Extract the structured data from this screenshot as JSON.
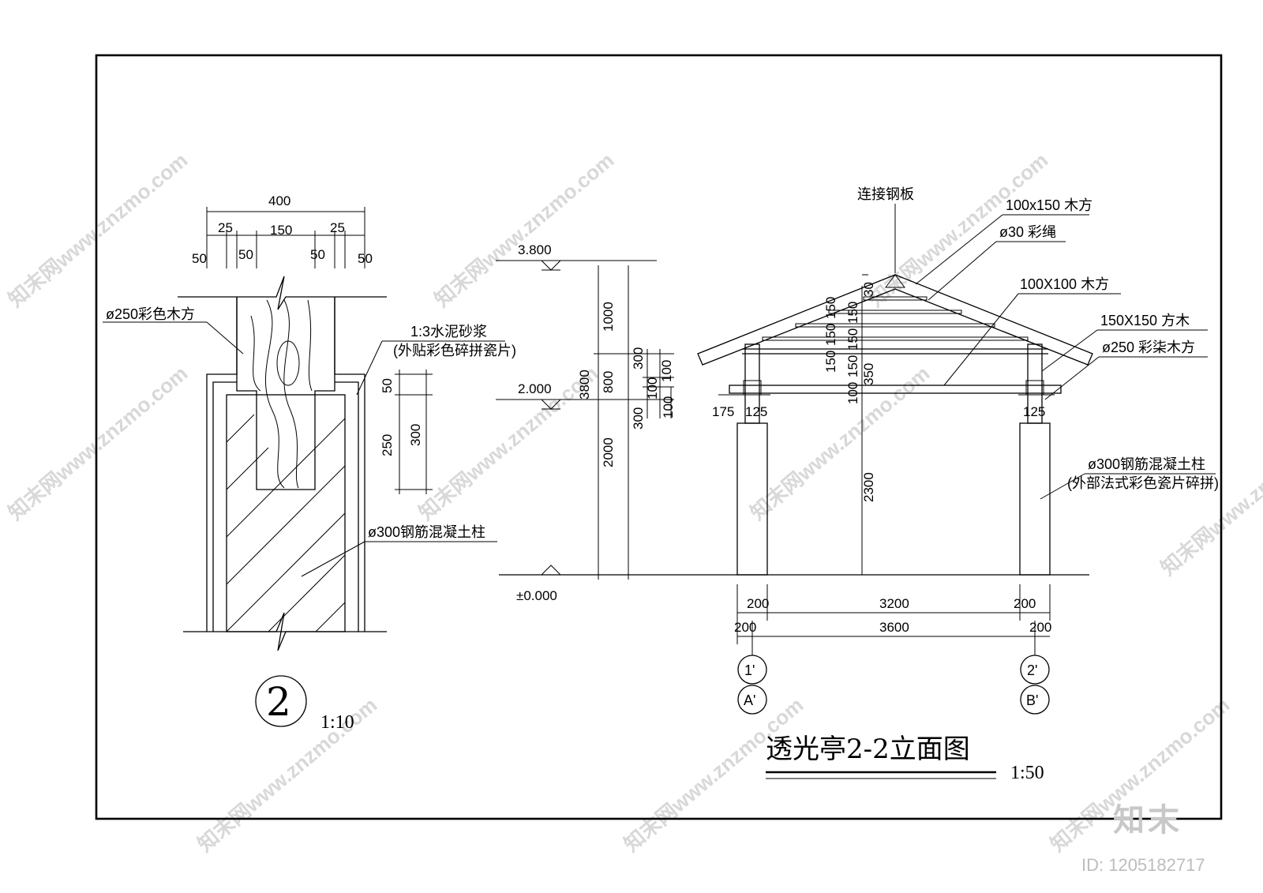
{
  "detail": {
    "dim_top": "400",
    "dim_25_left": "25",
    "dim_150": "150",
    "dim_25_right": "25",
    "dim_50_a": "50",
    "dim_50_b": "50",
    "dim_50_c": "50",
    "dim_50_d": "50",
    "label_wood": "ø250彩色木方",
    "label_mortar_1": "1:3水泥砂浆",
    "label_mortar_2": "(外贴彩色碎拼瓷片)",
    "dim_50_v": "50",
    "dim_250_v": "250",
    "dim_300_v": "300",
    "label_column": "ø300钢筋混凝土柱",
    "symbol": "2",
    "scale": "1:10"
  },
  "elevation": {
    "level_top": "3.800",
    "level_mid": "2.000",
    "level_ground": "±0.000",
    "dim_1000": "1000",
    "dim_800": "800",
    "dim_3800": "3800",
    "dim_2000": "2000",
    "dim_300_a": "300",
    "dim_100_a": "100",
    "dim_100_b": "100",
    "dim_300_b": "300",
    "label_plate": "连接钢板",
    "label_100x150": "100x150 木方",
    "label_rope": "ø30 彩绳",
    "label_100x100": "100X100 木方",
    "label_150x150": "150X150 方木",
    "label_250": "ø250 彩柒木方",
    "label_col1": "ø300钢筋混凝土柱",
    "label_col2": "(外部法式彩色瓷片碎拼)",
    "dim_30": "30",
    "dim_150_1": "150",
    "dim_150_2": "150",
    "dim_150_3": "150",
    "dim_150_4": "150",
    "dim_150_5": "150",
    "dim_150_6": "150",
    "dim_350": "350",
    "dim_100_c": "100",
    "dim_2300": "2300",
    "dim_175": "175",
    "dim_125_l": "125",
    "dim_125_r": "125",
    "dim_200_tl": "200",
    "dim_3200": "3200",
    "dim_200_tr": "200",
    "dim_200_bl": "200",
    "dim_3600": "3600",
    "dim_200_br": "200",
    "axis_1": "1'",
    "axis_a": "A'",
    "axis_2": "2'",
    "axis_b": "B'",
    "title": "透光亭2-2立面图",
    "scale": "1:50"
  },
  "watermark": {
    "text": "知末网www.znzmo.com",
    "brand": "知末",
    "id": "ID: 1205182717"
  }
}
